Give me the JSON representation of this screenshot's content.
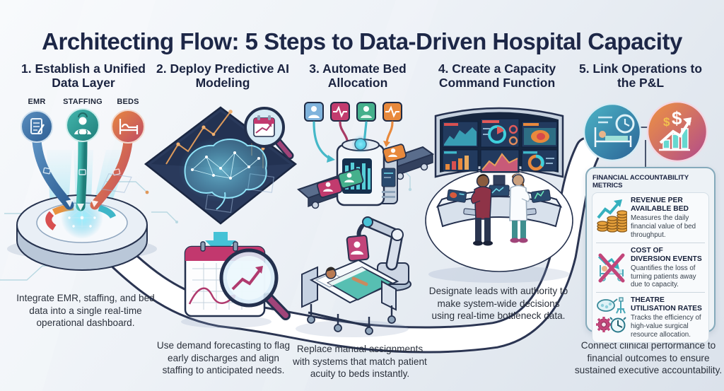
{
  "title": "Architecting Flow: 5 Steps to Data-Driven Hospital Capacity",
  "steps": [
    {
      "heading": "1. Establish a Unified Data Layer",
      "description": "Integrate EMR, staffing, and bed data into a single real-time operational dashboard.",
      "sources": [
        "EMR",
        "STAFFING",
        "BEDS"
      ]
    },
    {
      "heading": "2. Deploy Predictive AI Modeling",
      "description": "Use demand forecasting to flag early discharges and align staffing to anticipated needs."
    },
    {
      "heading": "3. Automate Bed Allocation",
      "description": "Replace manual assignments with systems that match patient acuity to beds instantly."
    },
    {
      "heading": "4. Create a Capacity Command Function",
      "description": "Designate leads with authority to make system-wide decisions using real-time bottleneck data."
    },
    {
      "heading": "5. Link Operations to the P&L",
      "description": "Connect clinical performance to financial outcomes to ensure sustained executive accountability."
    }
  ],
  "metrics_panel": {
    "title": "FINANCIAL ACCOUNTABILITY METRICS",
    "metrics": [
      {
        "name": "REVENUE PER AVAILABLE BED",
        "description": "Measures the daily financial value of bed throughput.",
        "icon": "coins-growth-icon"
      },
      {
        "name": "COST OF DIVERSION EVENTS",
        "description": "Quantifies the loss of turning patients away due to capacity.",
        "icon": "crossed-bed-icon"
      },
      {
        "name": "THEATRE UTILISATION RATES",
        "description": "Tracks the efficiency of high-value surgical resource allocation.",
        "icon": "surgical-resources-icon"
      }
    ]
  },
  "colors": {
    "title_navy": "#1d2747",
    "outline_navy": "#23304d",
    "teal": "#3fb6c8",
    "deep_teal": "#2b8a85",
    "magenta": "#c23b6e",
    "orange": "#e8893c",
    "red": "#d85050",
    "blue": "#3c6ea8",
    "gold": "#e8a23c",
    "ribbon_white": "#ffffff",
    "panel_border": "#85aabb"
  }
}
